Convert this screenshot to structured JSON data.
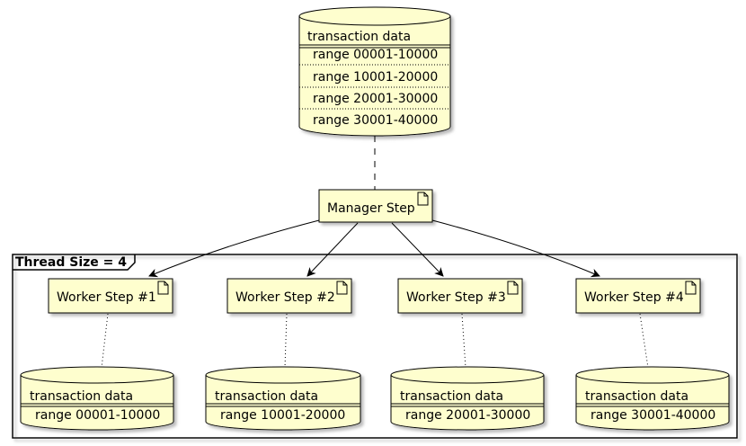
{
  "top_db": {
    "title": "transaction data",
    "ranges": [
      "range 00001-10000",
      "range 10001-20000",
      "range 20001-30000",
      "range 30001-40000"
    ]
  },
  "manager": {
    "label": "Manager Step",
    "icon": "file-icon"
  },
  "frame": {
    "title": "Thread Size = 4"
  },
  "workers": [
    {
      "label": "Worker Step #1",
      "db_title": "transaction data",
      "db_range": "range 00001-10000"
    },
    {
      "label": "Worker Step #2",
      "db_title": "transaction data",
      "db_range": "range 10001-20000"
    },
    {
      "label": "Worker Step #3",
      "db_title": "transaction data",
      "db_range": "range 20001-30000"
    },
    {
      "label": "Worker Step #4",
      "db_title": "transaction data",
      "db_range": "range 30001-40000"
    }
  ],
  "colors": {
    "fill": "#FEFECE",
    "stroke": "#000000",
    "shadow": "#C8C8C8"
  }
}
